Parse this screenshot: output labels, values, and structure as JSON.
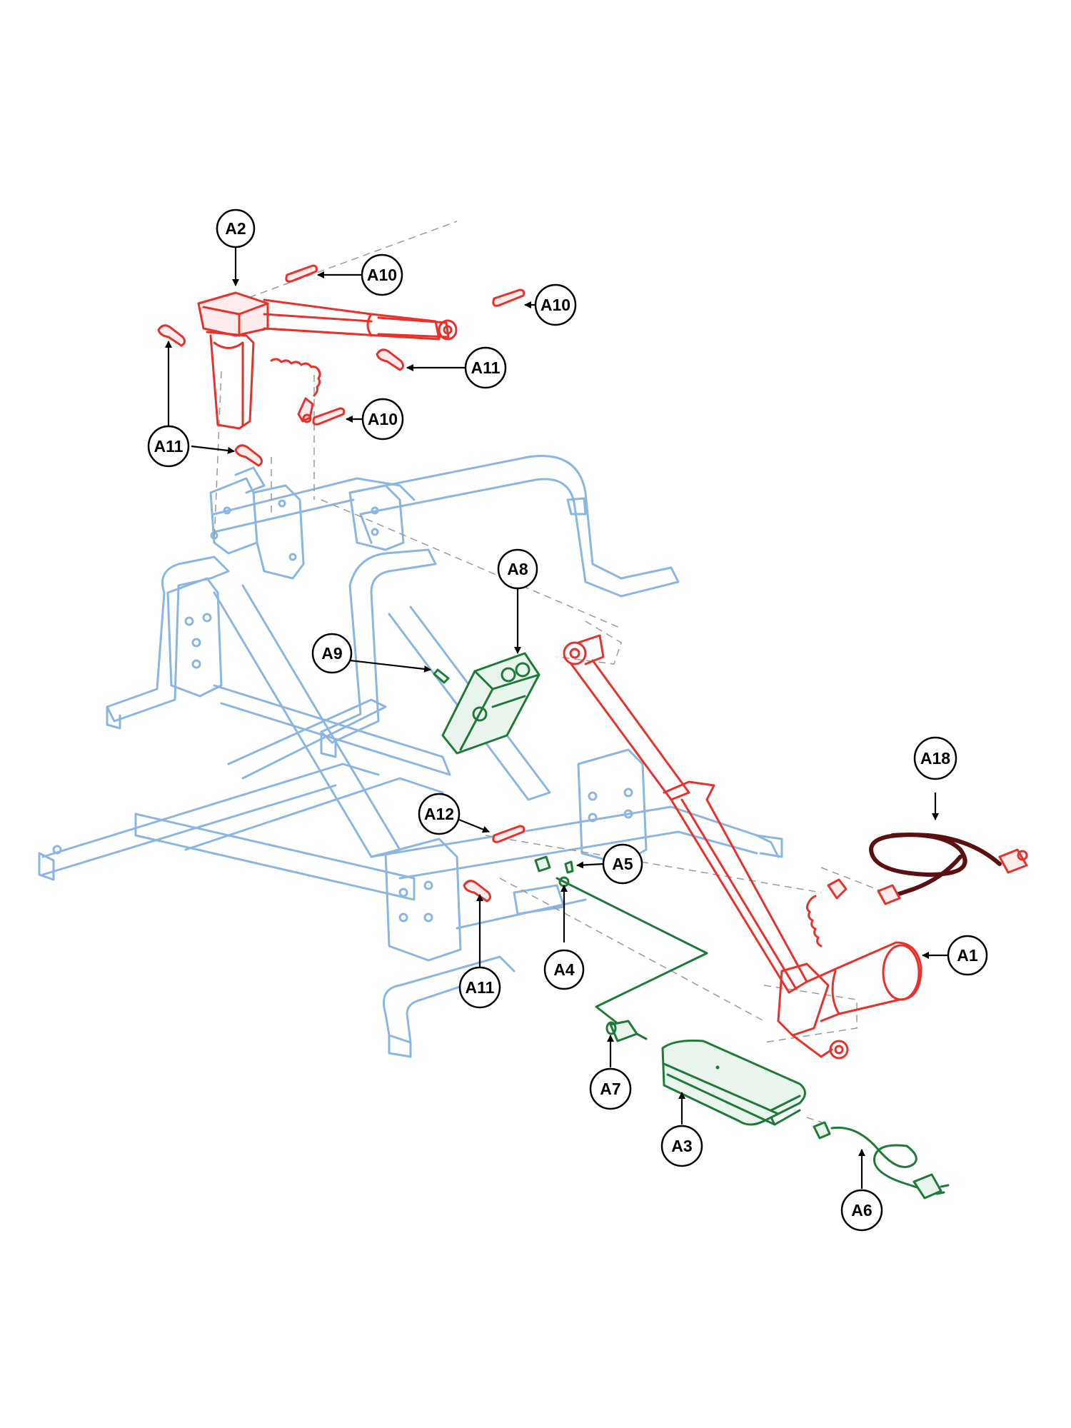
{
  "colors": {
    "frame": "#8ab6e0",
    "actuator_parts": "#e8312a",
    "electrical_parts": "#1f7a3a",
    "cable": "#5a1010",
    "callout": "#000000"
  },
  "callouts": [
    {
      "id": "a2",
      "label": "A2"
    },
    {
      "id": "a10-top",
      "label": "A10"
    },
    {
      "id": "a10-right",
      "label": "A10"
    },
    {
      "id": "a11-right",
      "label": "A11"
    },
    {
      "id": "a10-mid",
      "label": "A10"
    },
    {
      "id": "a11-left",
      "label": "A11"
    },
    {
      "id": "a8",
      "label": "A8"
    },
    {
      "id": "a9",
      "label": "A9"
    },
    {
      "id": "a18",
      "label": "A18"
    },
    {
      "id": "a12",
      "label": "A12"
    },
    {
      "id": "a5",
      "label": "A5"
    },
    {
      "id": "a1",
      "label": "A1"
    },
    {
      "id": "a11-bottom",
      "label": "A11"
    },
    {
      "id": "a4",
      "label": "A4"
    },
    {
      "id": "a7",
      "label": "A7"
    },
    {
      "id": "a3",
      "label": "A3"
    },
    {
      "id": "a6",
      "label": "A6"
    }
  ]
}
